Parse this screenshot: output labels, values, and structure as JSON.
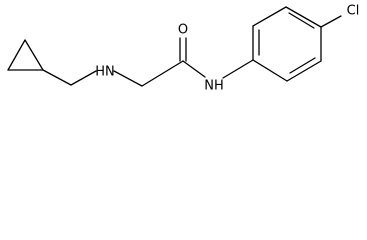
{
  "molecule": {
    "atoms": {
      "amine_nitrogen": "HN",
      "carbonyl_oxygen": "O",
      "amide_nitrogen": "NH",
      "chlorine": "Cl"
    }
  },
  "colors": {
    "bond": "#000000",
    "label": "#000000",
    "background": "#ffffff"
  }
}
